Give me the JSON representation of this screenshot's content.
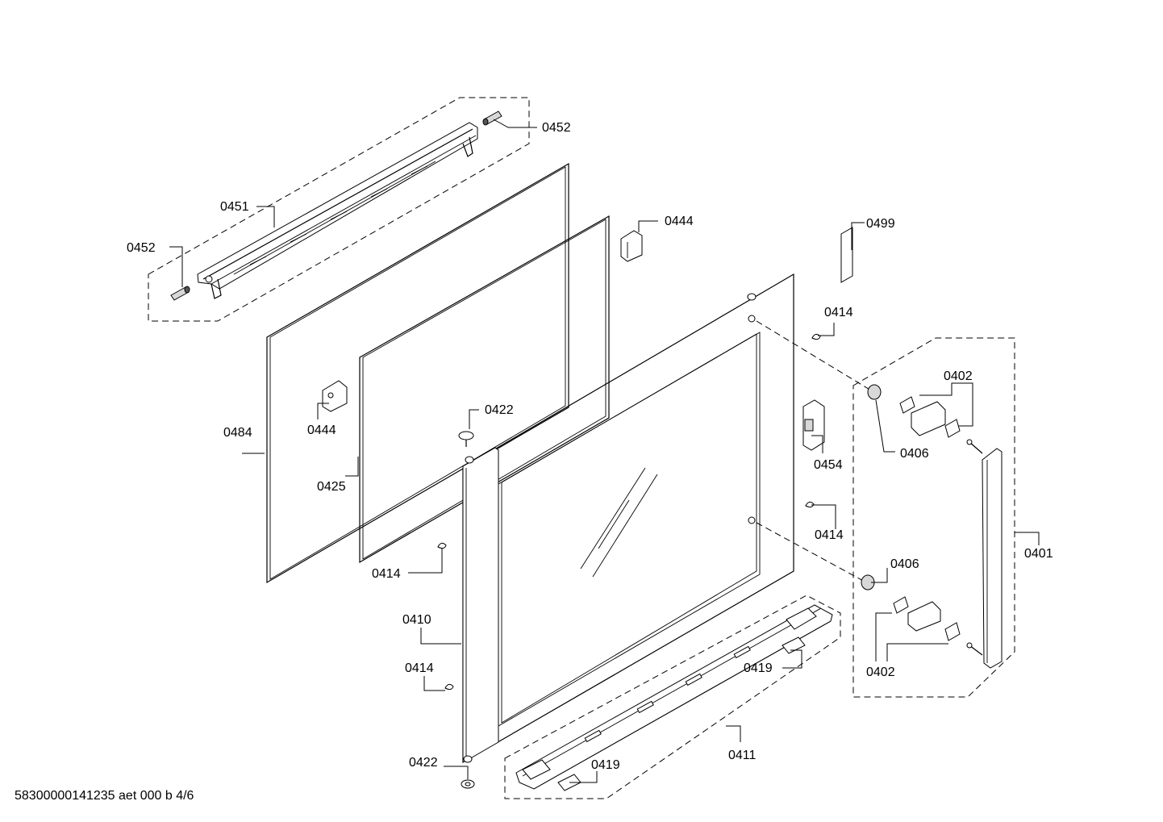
{
  "labels": {
    "p0452_top": "0452",
    "p0451": "0451",
    "p0452_left": "0452",
    "p0444_top": "0444",
    "p0499": "0499",
    "p0414_top": "0414",
    "p0402_top": "0402",
    "p0444_mid": "0444",
    "p0422_top": "0422",
    "p0484": "0484",
    "p0406_top": "0406",
    "p0425": "0425",
    "p0454": "0454",
    "p0414_right": "0414",
    "p0401": "0401",
    "p0406_bottom": "0406",
    "p0414_mid": "0414",
    "p0410": "0410",
    "p0419_right": "0419",
    "p0402_bottom": "0402",
    "p0414_bottom": "0414",
    "p0411": "0411",
    "p0422_bottom": "0422",
    "p0419_bottom": "0419"
  },
  "footer": {
    "code": "58300000141235 aet 000 b 4/6"
  }
}
